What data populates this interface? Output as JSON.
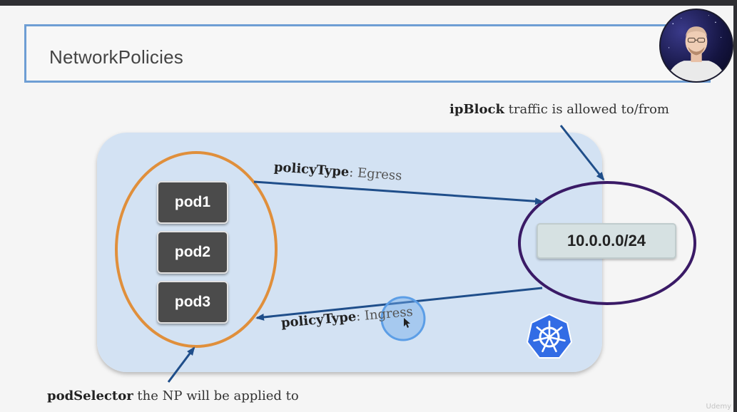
{
  "slide": {
    "title": "NetworkPolicies"
  },
  "pods": [
    {
      "label": "pod1"
    },
    {
      "label": "pod2"
    },
    {
      "label": "pod3"
    }
  ],
  "ipblock": {
    "cidr": "10.0.0.0/24"
  },
  "labels": {
    "egress_bold": "policyType",
    "egress_rest": ": Egress",
    "ingress_bold": "policyType",
    "ingress_rest": ": Ingress",
    "ipblock_bold": "ipBlock",
    "ipblock_rest": " traffic is allowed to/from",
    "podselector_bold": "podSelector",
    "podselector_rest": " the NP will be applied to"
  },
  "watermark": "Udemy",
  "colors": {
    "namespace_fill": "#d3e2f3",
    "pod_selector_ring": "#e08f3b",
    "ipblock_ring": "#3a1a66",
    "arrow": "#1f4e8a",
    "kubernetes_blue": "#326ce5",
    "title_border": "#6e9ed4"
  },
  "icons": {
    "kubernetes": "kubernetes-helm-icon",
    "cursor": "mouse-cursor-icon"
  }
}
